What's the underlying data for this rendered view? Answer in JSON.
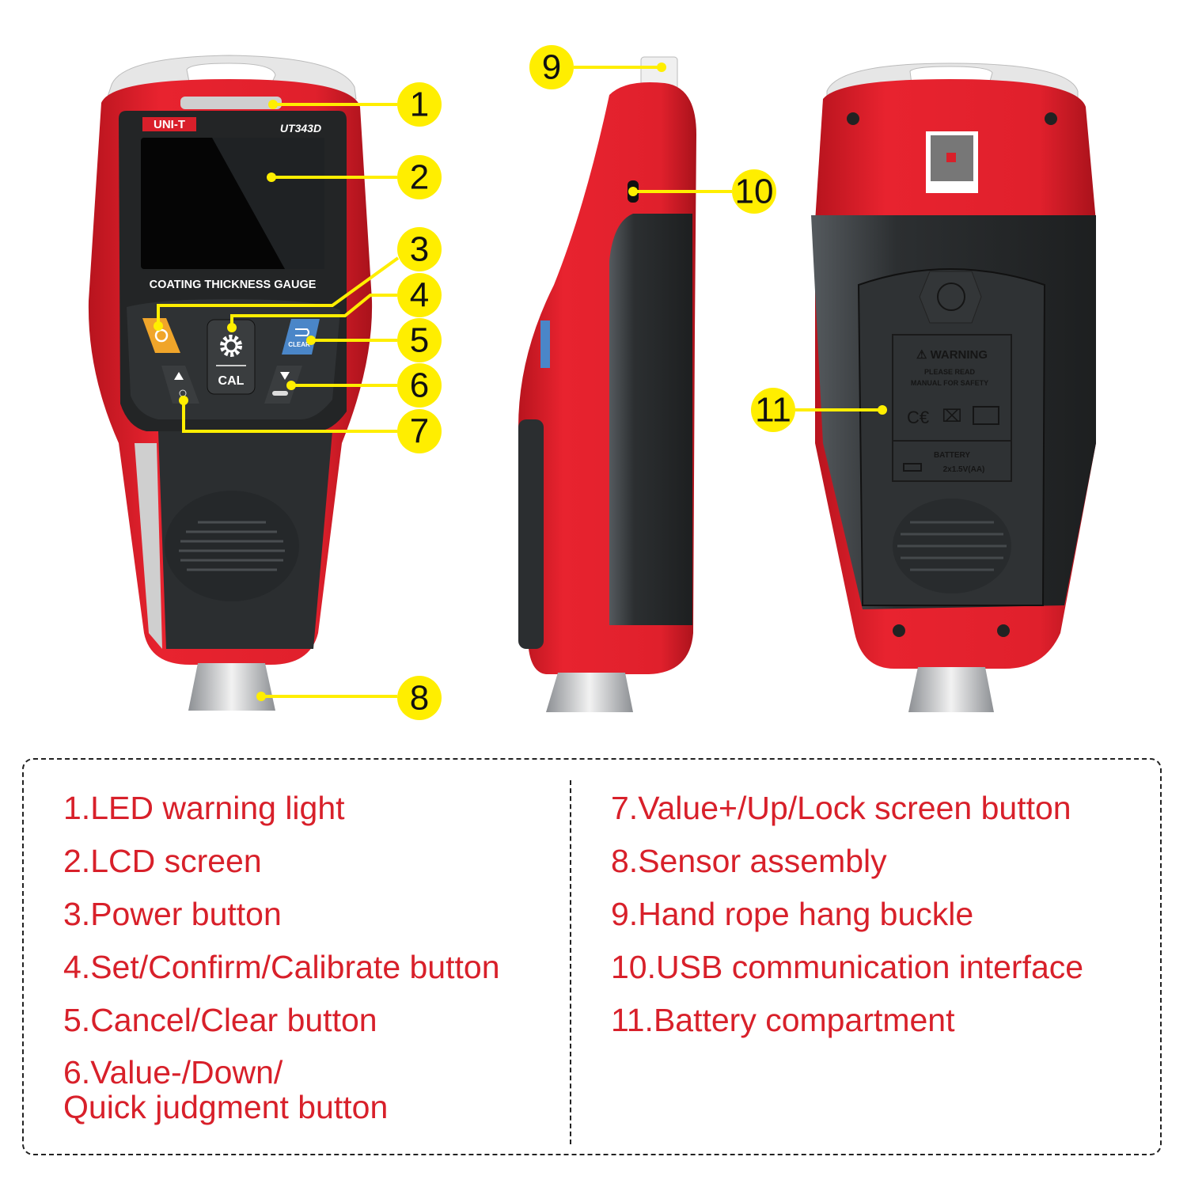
{
  "front_device": {
    "brand": "UNI-T",
    "model": "UT343D",
    "product_name": "COATING THICKNESS GAUGE",
    "cal_label": "CAL",
    "clear_label": "CLEAR"
  },
  "back_device": {
    "warning_title": "WARNING",
    "warning_line1": "PLEASE READ",
    "warning_line2": "MANUAL FOR SAFETY",
    "battery_label": "BATTERY",
    "battery_spec": "2x1.5V(AA)"
  },
  "callouts": [
    "1",
    "2",
    "3",
    "4",
    "5",
    "6",
    "7",
    "8",
    "9",
    "10",
    "11"
  ],
  "colors": {
    "callout": "#ffee00",
    "legend_text": "#d8202a",
    "body_red": "#e0202c",
    "body_dark": "#2b2e30"
  },
  "legend": {
    "left": [
      "1.LED warning light",
      "2.LCD screen",
      "3.Power button",
      "4.Set/Confirm/Calibrate button",
      "5.Cancel/Clear button",
      "6.Value-/Down/\nQuick judgment button"
    ],
    "right": [
      "7.Value+/Up/Lock screen button",
      "8.Sensor assembly",
      "9.Hand rope hang buckle",
      "10.USB communication interface",
      "11.Battery compartment"
    ]
  }
}
